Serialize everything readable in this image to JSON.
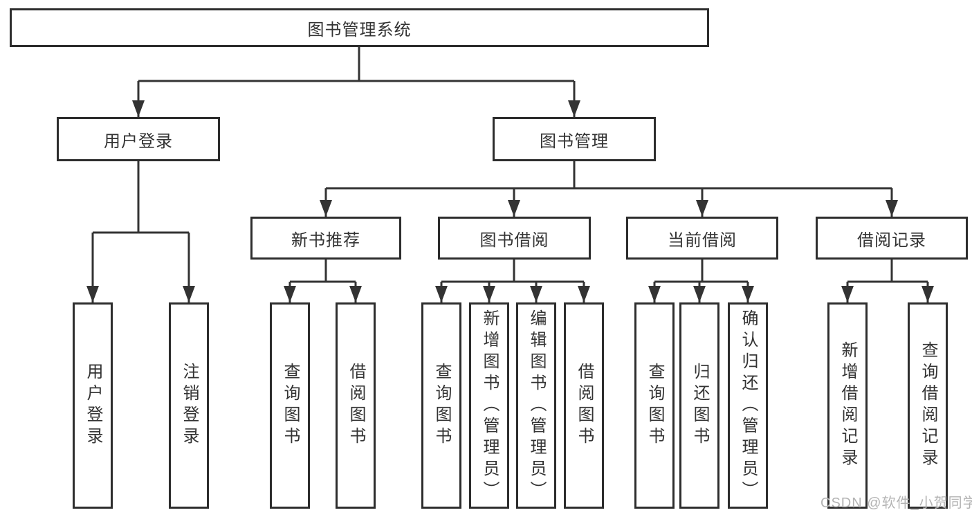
{
  "diagram": {
    "root": {
      "label": "图书管理系统"
    },
    "level2": {
      "user_login": {
        "label": "用户登录"
      },
      "book_mgmt": {
        "label": "图书管理"
      }
    },
    "level3": {
      "new_book_rec": {
        "label": "新书推荐"
      },
      "book_borrow": {
        "label": "图书借阅"
      },
      "current_borrow": {
        "label": "当前借阅"
      },
      "borrow_records": {
        "label": "借阅记录"
      }
    },
    "leaves": {
      "user_login": {
        "label": "用户登录"
      },
      "logout": {
        "label": "注销登录"
      },
      "query_book_under_rec": {
        "label": "查询图书"
      },
      "borrow_book_under_rec": {
        "label": "借阅图书"
      },
      "query_book_under_borrow": {
        "label": "查询图书"
      },
      "add_book_admin": {
        "label": "新增图书（管理员）"
      },
      "edit_book_admin": {
        "label": "编辑图书（管理员）"
      },
      "borrow_book_under_borrow": {
        "label": "借阅图书"
      },
      "query_book_under_current": {
        "label": "查询图书"
      },
      "return_book": {
        "label": "归还图书"
      },
      "confirm_return_admin": {
        "label": "确认归还（管理员）"
      },
      "add_borrow_record": {
        "label": "新增借阅记录"
      },
      "query_borrow_record": {
        "label": "查询借阅记录"
      }
    }
  },
  "watermark": {
    "text": "CSDN @软件_小贺同学"
  },
  "colors": {
    "line": "#333333",
    "box_border": "#2d2d2d",
    "box_fill": "#ffffff",
    "text": "#333333",
    "watermark": "#b3b3b3"
  }
}
